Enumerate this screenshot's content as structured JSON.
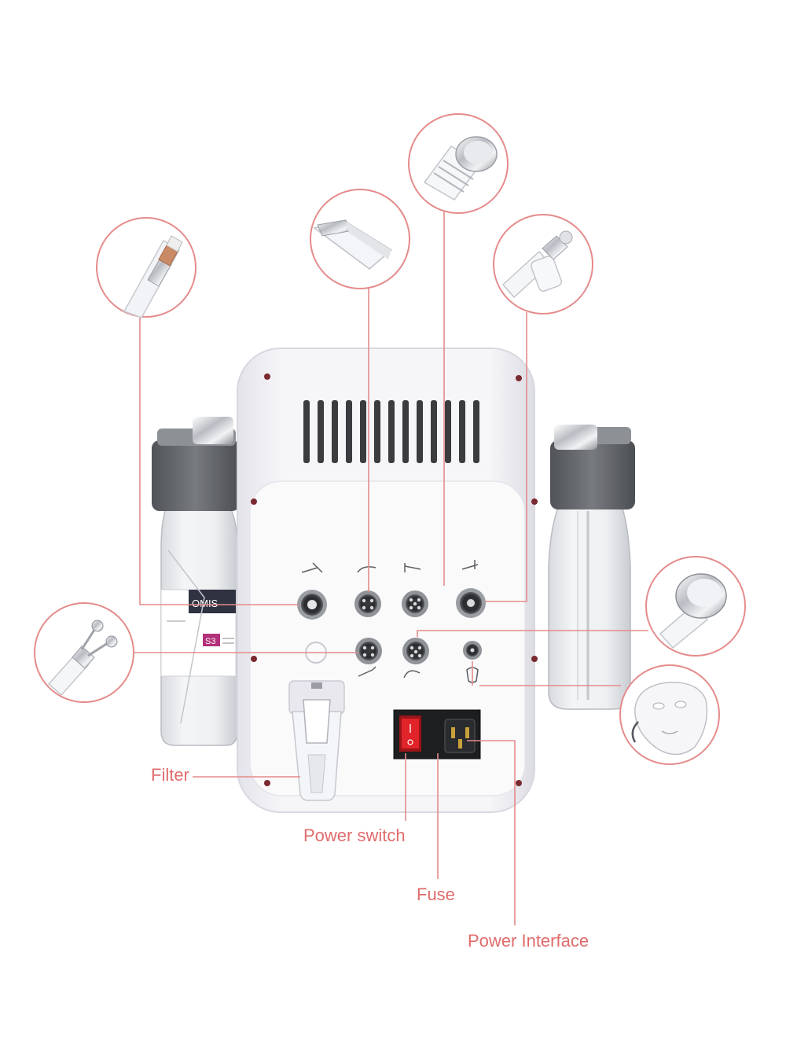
{
  "colors": {
    "callout": "#e58b8b",
    "label_text": "#e06c6c",
    "device_body": "#f2f2f5",
    "panel": "#fafafa",
    "bottle_cap": "#6b6e72",
    "switch_red": "#e0242a"
  },
  "labels": {
    "filter": "Filter",
    "power_switch": "Power switch",
    "fuse": "Fuse",
    "power_interface": "Power Interface"
  },
  "bottle_left": {
    "brand": "OMIS",
    "code": "S3"
  },
  "callouts": [
    {
      "name": "microneedle-rf-pen-callout",
      "icon": "microneedle-pen-icon"
    },
    {
      "name": "ultrasonic-scrubber-callout",
      "icon": "scrubber-spatula-icon"
    },
    {
      "name": "vacuum-cavitation-handle-callout",
      "icon": "vacuum-handle-icon"
    },
    {
      "name": "hydro-aqua-peel-handle-callout",
      "icon": "aqua-peel-handle-icon"
    },
    {
      "name": "bio-microcurrent-roller-callout",
      "icon": "microcurrent-roller-icon"
    },
    {
      "name": "ultrasound-handle-callout",
      "icon": "ultrasound-head-icon"
    },
    {
      "name": "led-face-mask-callout",
      "icon": "led-mask-icon"
    }
  ]
}
